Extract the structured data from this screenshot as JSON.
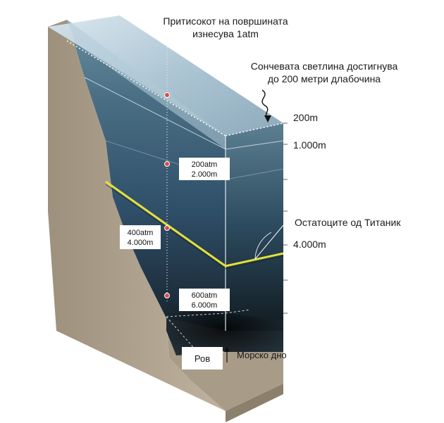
{
  "labels": {
    "surface_pressure_line1": "Притисокот на површината",
    "surface_pressure_line2": "изнесува 1atm",
    "sunlight_line1": "Сончевата светлина достигнува",
    "sunlight_line2": "до 200 метри длабочина",
    "titanic": "Остатоците од Титаник",
    "trench": "Ров",
    "seabed": "Морско дно"
  },
  "depths": [
    {
      "label": "200m"
    },
    {
      "label": "1.000m"
    },
    {
      "label": "4.000m"
    }
  ],
  "pressure_points": [
    {
      "pressure": "200atm",
      "depth": "2.000m"
    },
    {
      "pressure": "400atm",
      "depth": "4.000m"
    },
    {
      "pressure": "600atm",
      "depth": "6.000m"
    }
  ],
  "colors": {
    "rock": "#b8ab98",
    "rock_dark": "#8f8470",
    "water_top": "#6f93a5",
    "water_mid": "#35566a",
    "water_deep": "#1d3140",
    "titanic_line": "#e4e13a",
    "marker": "#d94b4b"
  }
}
